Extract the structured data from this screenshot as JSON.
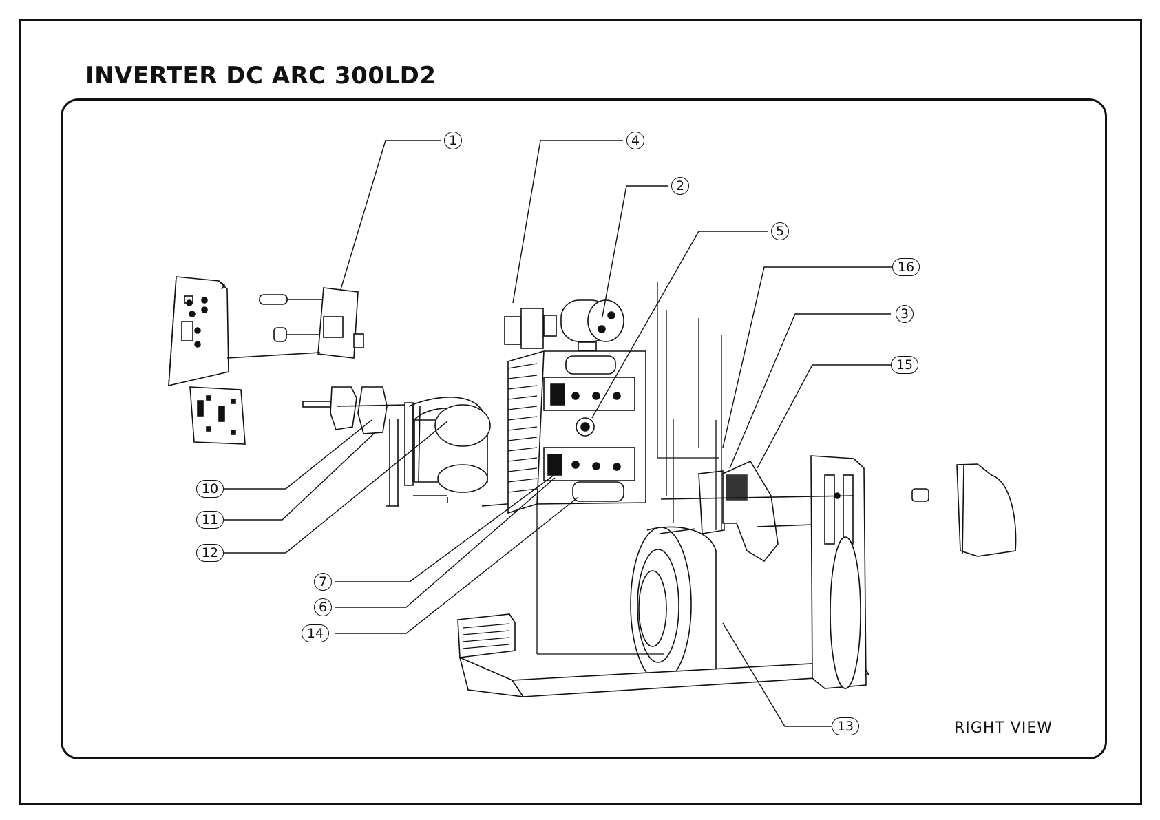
{
  "title": "INVERTER DC ARC 300LD2",
  "view_label": "RIGHT VIEW",
  "callouts": [
    "1",
    "2",
    "3",
    "4",
    "5",
    "6",
    "7",
    "10",
    "11",
    "12",
    "13",
    "14",
    "15",
    "16"
  ],
  "colors": {
    "line": "#111111",
    "paper": "#ffffff"
  }
}
